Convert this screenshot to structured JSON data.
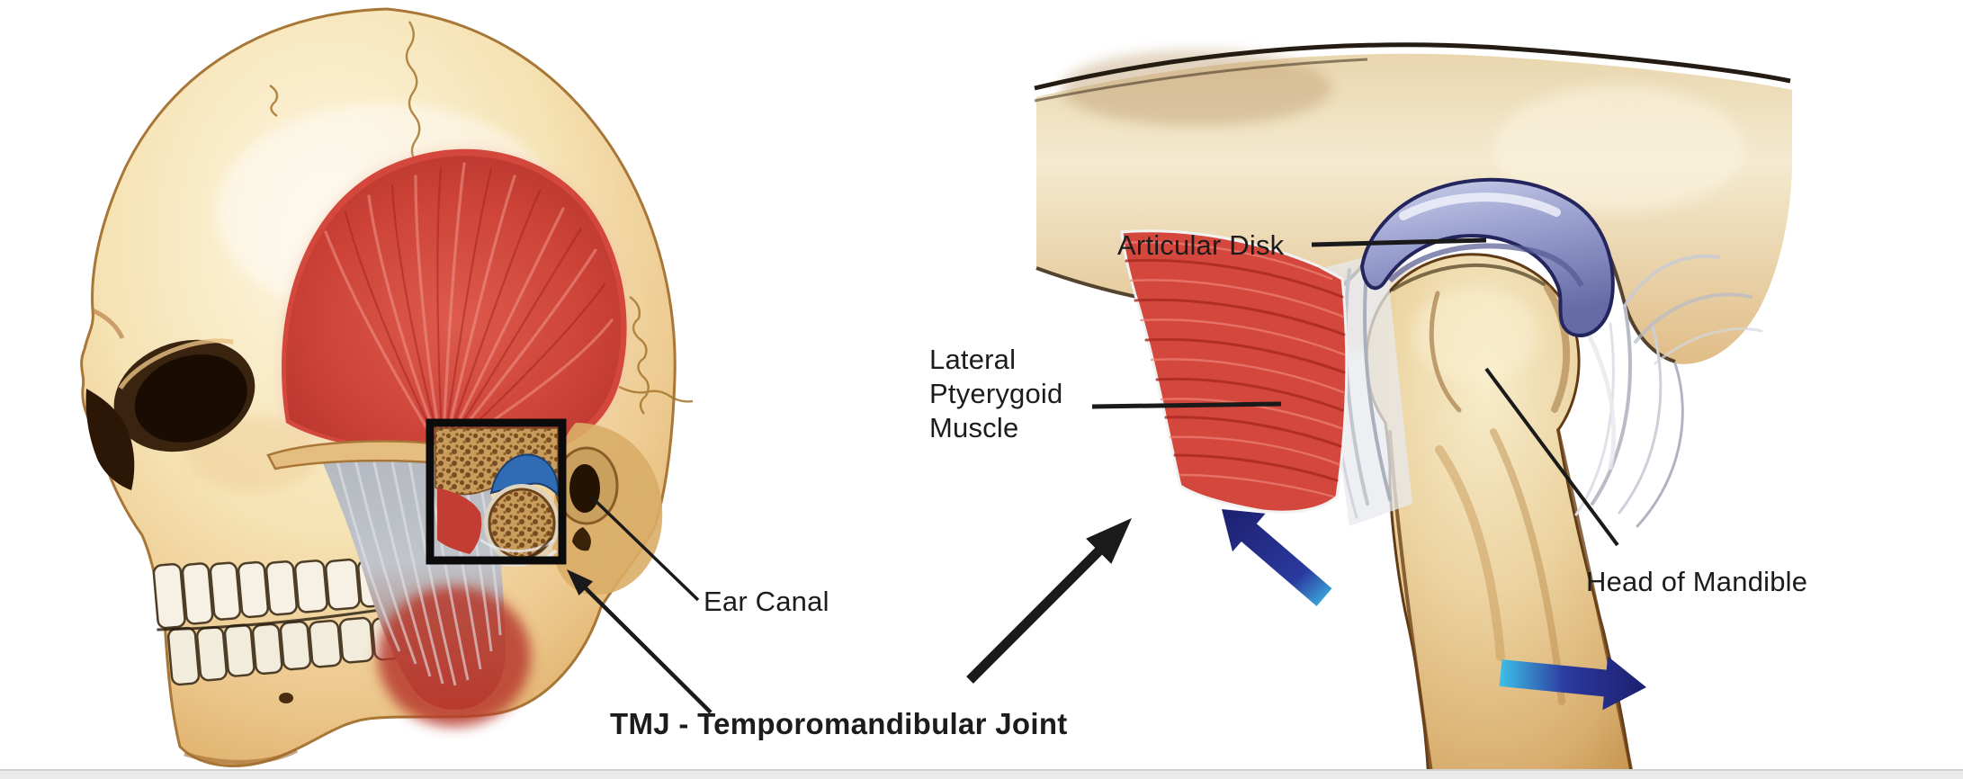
{
  "labels": {
    "ear_canal": "Ear Canal",
    "tmj_caption": "TMJ - Temporomandibular Joint",
    "articular_disk": "Articular Disk",
    "lateral_pterygoid_muscle": "Lateral\nPtyerygoid\nMuscle",
    "head_of_mandible": "Head of Mandible"
  },
  "colors": {
    "background": "#ffffff",
    "bone_highlight": "#fdf6e0",
    "bone": "#ecca90",
    "bone_shadow": "#d5a055",
    "bone_outline": "#8a5c28",
    "muscle_red": "#d4473c",
    "muscle_dark": "#a8281f",
    "muscle_light": "#ef8e82",
    "tendon_gray": "#b3b7bf",
    "spongy_base": "#c89c5c",
    "spongy_dot": "#6f4519",
    "disk_lavender": "#8d92c4",
    "disk_outline": "#24255c",
    "inset_disk_blue": "#2f6cb3",
    "arrow_navy": "#1c1f6e",
    "arrow_cyan": "#3ec1e8",
    "line_black": "#1a1a1a",
    "label_text": "#1c1c1c",
    "footer_bar": "#eaeaea"
  }
}
